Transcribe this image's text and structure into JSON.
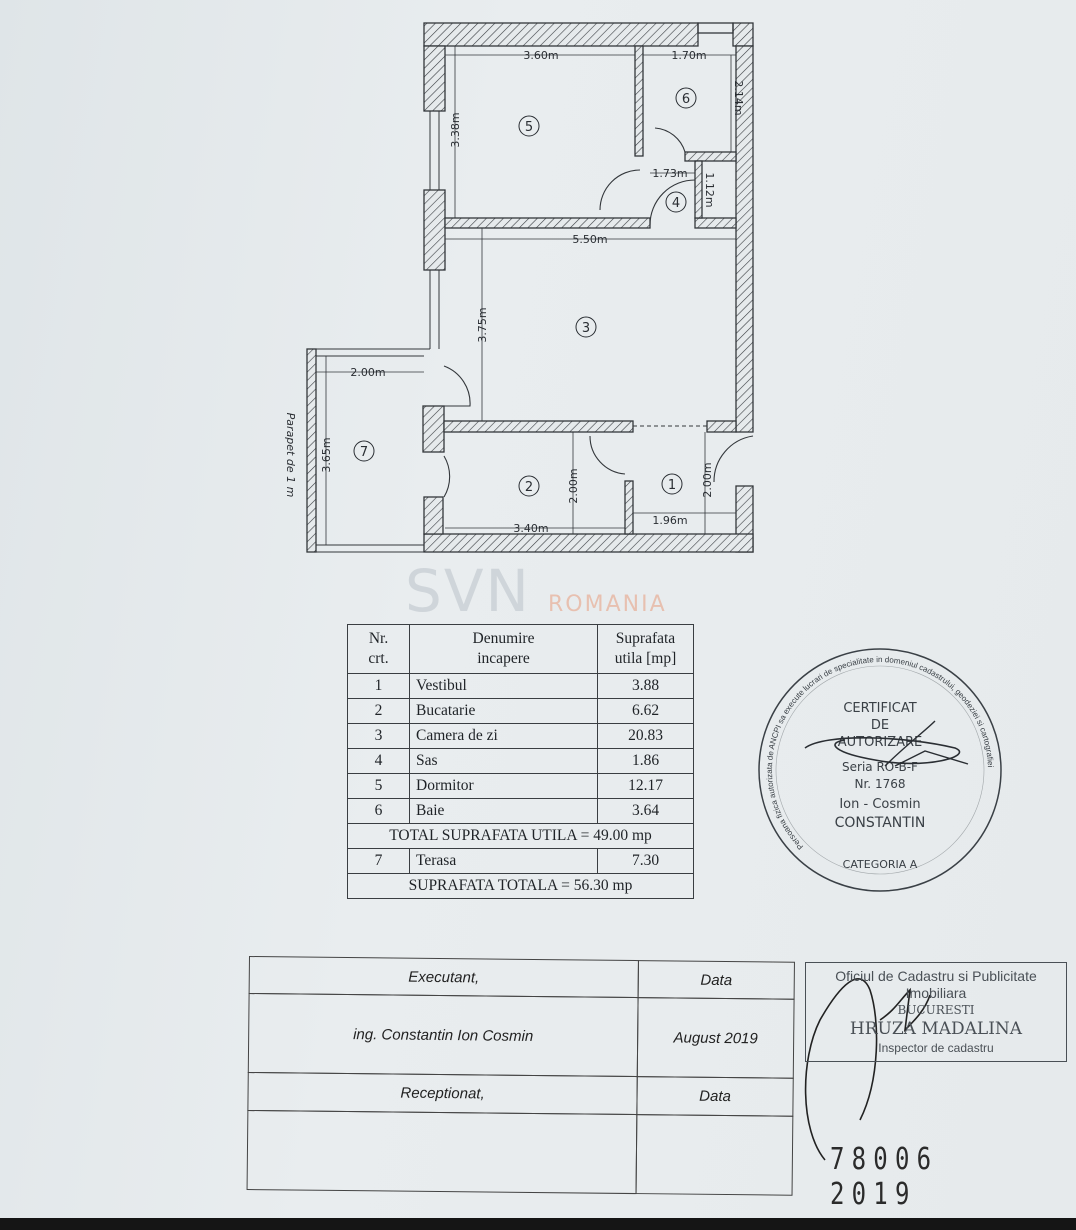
{
  "plan": {
    "rooms": [
      {
        "nr": "1"
      },
      {
        "nr": "2"
      },
      {
        "nr": "3"
      },
      {
        "nr": "4"
      },
      {
        "nr": "5"
      },
      {
        "nr": "6"
      },
      {
        "nr": "7"
      }
    ],
    "dimensions": {
      "d_5_width": "3.60m",
      "d_6_width": "1.70m",
      "d_6_height": "2.14m",
      "d_5_height": "3.38m",
      "d_4_width": "1.73m",
      "d_4_height": "1.12m",
      "d_3_width": "5.50m",
      "d_3_height": "3.75m",
      "d_7_width": "2.00m",
      "d_7_height": "3.65m",
      "d_2_height": "2.00m",
      "d_2_width": "3.40m",
      "d_1_height": "2.00m",
      "d_1_width": "1.96m"
    },
    "parapet_note": "Parapet de 1 m"
  },
  "watermark": {
    "brand": "SVN",
    "sub": "ROMANIA"
  },
  "surface_table": {
    "headers": {
      "nr": "Nr.",
      "nr2": "crt.",
      "name": "Denumire",
      "name2": "incapere",
      "area": "Suprafata",
      "area2": "utila [mp]"
    },
    "rows": [
      {
        "nr": "1",
        "name": "Vestibul",
        "area": "3.88"
      },
      {
        "nr": "2",
        "name": "Bucatarie",
        "area": "6.62"
      },
      {
        "nr": "3",
        "name": "Camera de zi",
        "area": "20.83"
      },
      {
        "nr": "4",
        "name": "Sas",
        "area": "1.86"
      },
      {
        "nr": "5",
        "name": "Dormitor",
        "area": "12.17"
      },
      {
        "nr": "6",
        "name": "Baie",
        "area": "3.64"
      }
    ],
    "total_useful": "TOTAL SUPRAFATA UTILA = 49.00 mp",
    "terrace": {
      "nr": "7",
      "name": "Terasa",
      "area": "7.30"
    },
    "total": "SUPRAFATA TOTALA = 56.30 mp"
  },
  "authorization_stamp": {
    "ring_text": "Persoana fizica autorizata de ANCPI sa execute lucrari de specialitate in domeniul cadastrului, geodeziei si cartografiei",
    "line1": "CERTIFICAT",
    "line2": "DE",
    "line3": "AUTORIZARE",
    "series": "Seria RO-B-F",
    "number": "Nr. 1768",
    "name1": "Ion - Cosmin",
    "name2": "CONSTANTIN",
    "category": "CATEGORIA A"
  },
  "signature_table": {
    "executant_label": "Executant,",
    "data_label": "Data",
    "executant_name": "ing. Constantin Ion Cosmin",
    "executant_date": "August 2019",
    "received_label": "Receptionat,",
    "received_data_label": "Data"
  },
  "ocpi_stamp": {
    "line1": "Oficiul de Cadastru si Publicitate Imobiliara",
    "line2": "BUCURESTI",
    "line3": "HRUZA MADALINA",
    "line4": "Inspector de cadastru"
  },
  "registration_number": "78006 2019",
  "colors": {
    "ink": "#2a2e33",
    "paper": "#e6eaec",
    "watermark_accent": "#e68c64"
  }
}
